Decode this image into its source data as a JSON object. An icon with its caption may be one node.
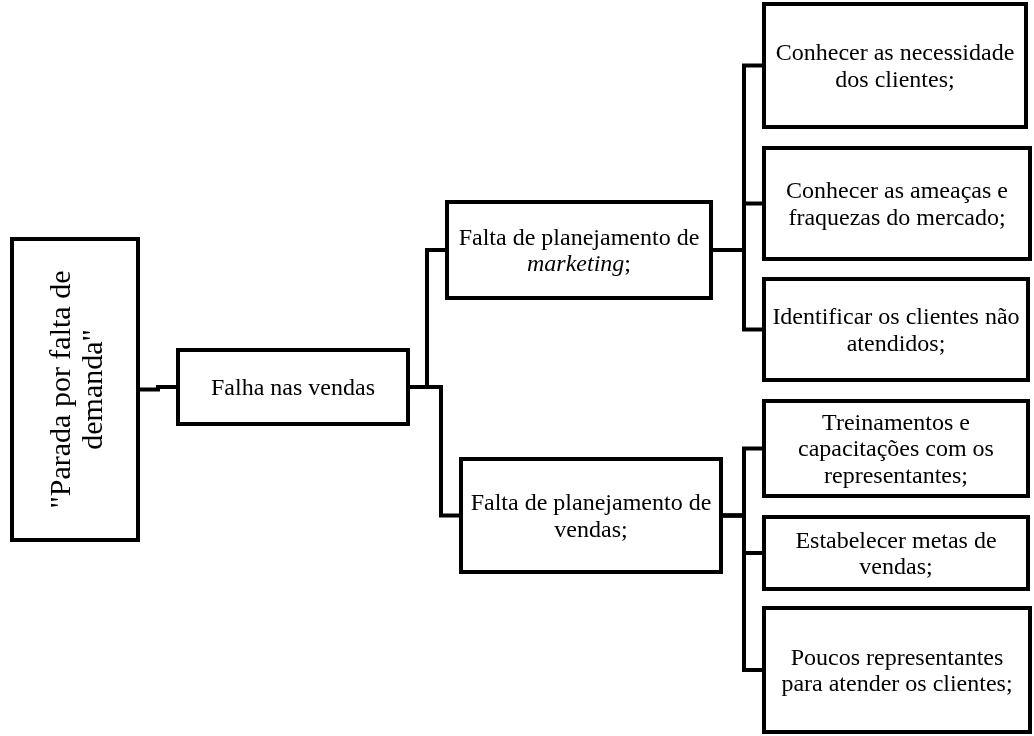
{
  "diagram": {
    "nodes": [
      {
        "text": [
          "\"Parada por falta de demanda\""
        ]
      },
      {
        "text": [
          "Falha nas vendas"
        ]
      },
      {
        "text": [
          "Falta de planejamento de *marketing*;"
        ]
      },
      {
        "text": [
          "Falta de planejamento de vendas;"
        ]
      },
      {
        "text": [
          "Conhecer as necessidade dos clientes;"
        ]
      },
      {
        "text": [
          "Conhecer as ameaças e fraquezas do mercado;"
        ]
      },
      {
        "text": [
          "Identificar os clientes não atendidos;"
        ]
      },
      {
        "text": [
          "Treinamentos e capacitações com os representantes;"
        ]
      },
      {
        "text": [
          "Estabelecer metas de vendas;"
        ]
      },
      {
        "text": [
          "Poucos representantes para atender os clientes;"
        ]
      }
    ],
    "edges": [
      {
        "from": 0,
        "to": 1,
        "arrow": "none"
      },
      {
        "from": 1,
        "to": 2,
        "arrow": "none"
      },
      {
        "from": 1,
        "to": 3,
        "arrow": "none"
      },
      {
        "from": 2,
        "to": 4,
        "arrow": "none"
      },
      {
        "from": 2,
        "to": 5,
        "arrow": "none"
      },
      {
        "from": 2,
        "to": 6,
        "arrow": "none"
      },
      {
        "from": 3,
        "to": 7,
        "arrow": "none"
      },
      {
        "from": 3,
        "to": 8,
        "arrow": "none"
      },
      {
        "from": 3,
        "to": 9,
        "arrow": "none"
      }
    ]
  }
}
